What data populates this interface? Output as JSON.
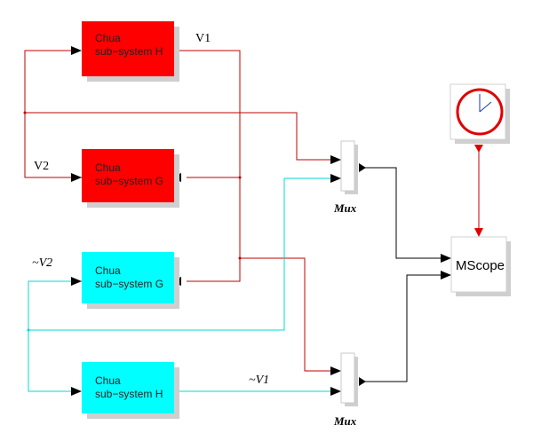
{
  "colors": {
    "red_wire": "#c00000",
    "cyan_wire": "#00d8d8",
    "black_wire": "#000000",
    "red_block": "#ff0000",
    "cyan_block": "#00ffff",
    "shadow": "#cfcfcf",
    "mux_fill": "#ffffff",
    "scope_fill": "#ffffff",
    "clock_bg": "#ffffff",
    "clock_ring": "#e00000"
  },
  "blocks": {
    "h1": {
      "line1": "Chua",
      "line2": "sub−system H"
    },
    "g1": {
      "line1": "Chua",
      "line2": "sub−system G"
    },
    "g2": {
      "line1": "Chua",
      "line2": "sub−system G"
    },
    "h2": {
      "line1": "Chua",
      "line2": "sub−system H"
    }
  },
  "signals": {
    "v1": "V1",
    "v2": "V2",
    "v2t": "~V2",
    "v1t": "~V1"
  },
  "mux": {
    "top": "Mux",
    "bottom": "Mux"
  },
  "scope": {
    "label": "MScope"
  },
  "clock": {
    "icon": "clock-icon"
  }
}
